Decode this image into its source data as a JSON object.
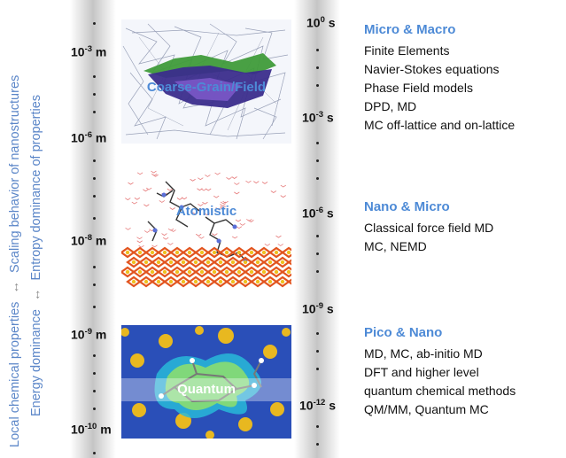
{
  "left_labels": {
    "bottom_1": "Local chemical properties",
    "top_1": "Scaling behavior of nanostructures",
    "bottom_2": "Energy dominance",
    "top_2": "Entropy dominance of properties"
  },
  "length_scales": [
    "10",
    "10",
    "10",
    "10",
    "10"
  ],
  "length_exponents": [
    "-3",
    "-6",
    "-8",
    "-9",
    "-10"
  ],
  "length_unit": "m",
  "time_scales": [
    "10",
    "10",
    "10",
    "10",
    "10"
  ],
  "time_exponents": [
    "0",
    "-3",
    "-6",
    "-9",
    "-12"
  ],
  "time_unit": "s",
  "panels": {
    "coarse": "Coarse-Grain/Field",
    "atomistic": "Atomistic",
    "quantum": "Quantum"
  },
  "sections": [
    {
      "title": "Micro & Macro",
      "items": [
        "Finite Elements",
        "Navier-Stokes equations",
        "Phase Field models",
        "DPD, MD",
        "MC off-lattice and on-lattice"
      ]
    },
    {
      "title": "Nano & Micro",
      "items": [
        "Classical force field MD",
        "MC, NEMD"
      ]
    },
    {
      "title": "Pico & Nano",
      "items": [
        "MD, MC, ab-initio MD",
        "DFT and higher level",
        "quantum chemical methods",
        "QM/MM, Quantum MC"
      ]
    }
  ],
  "colors": {
    "accent": "#4d8ad6",
    "label_blue": "#5b86c8",
    "quantum_bg": "#2a4fb8"
  }
}
